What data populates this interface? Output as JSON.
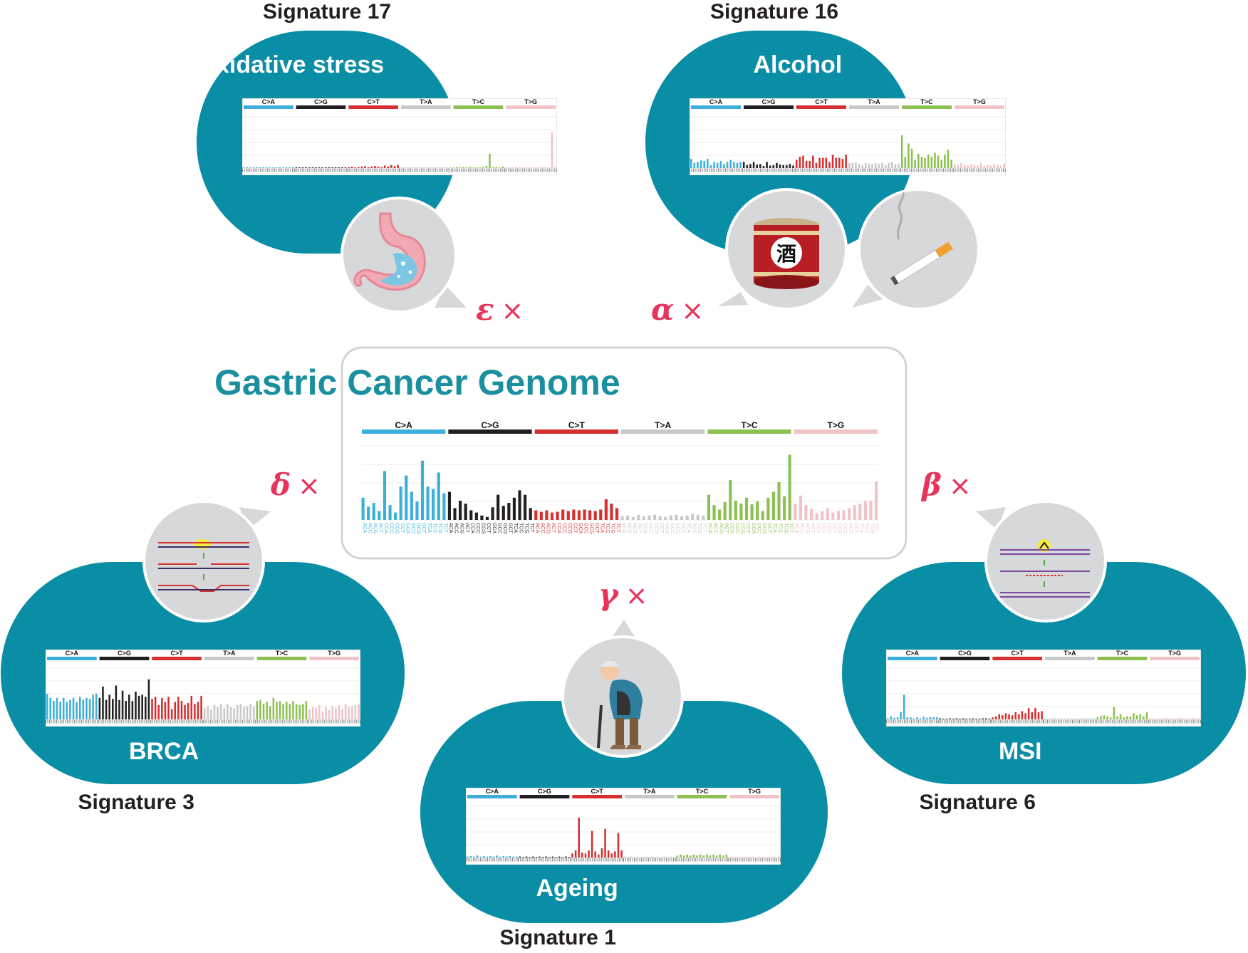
{
  "colors": {
    "blob": "#0a8ea6",
    "bubble": "#d7d8d9",
    "coef": "#e8345a",
    "title": "#1a8fa0",
    "ca": "#3bafd9",
    "cg": "#231f20",
    "ct": "#d62f2f",
    "ta": "#c7c8ca",
    "tc": "#8cc152",
    "tg": "#f0c3c6"
  },
  "mutation_types": [
    "C>A",
    "C>G",
    "C>T",
    "T>A",
    "T>C",
    "T>G"
  ],
  "center": {
    "title": "Gastric Cancer Genome",
    "tick_labels": [
      "ACA",
      "ACC",
      "ACG",
      "ACT",
      "CCA",
      "CCC",
      "CCG",
      "CCT",
      "GCA",
      "GCC",
      "GCG",
      "GCT",
      "TCA",
      "TCC",
      "TCG",
      "TCT"
    ]
  },
  "signatures": {
    "sig17": {
      "label": "Signature 17",
      "title": "Acid / Oxidative stress",
      "coef_symbol": "ε",
      "coef_op": "×",
      "icon": "stomach-icon"
    },
    "sig16": {
      "label": "Signature 16",
      "title": "Alcohol",
      "coef_symbol": "α",
      "coef_op": "×",
      "icons": [
        "sake-barrel-icon",
        "cigarette-icon"
      ],
      "barrel_text": "酒"
    },
    "sig3": {
      "label": "Signature 3",
      "title": "BRCA",
      "coef_symbol": "δ",
      "coef_op": "×",
      "icon": "dna-double-strand-repair-icon"
    },
    "sig6": {
      "label": "Signature 6",
      "title": "MSI",
      "coef_symbol": "β",
      "coef_op": "×",
      "icon": "dna-mismatch-repair-icon"
    },
    "sig1": {
      "label": "Signature 1",
      "title": "Ageing",
      "coef_symbol": "γ",
      "coef_op": "×",
      "icon": "elderly-person-icon"
    }
  },
  "chart_data": [
    {
      "type": "bar",
      "name_ref": "center",
      "categories": [
        "C>A",
        "C>G",
        "C>T",
        "T>A",
        "T>C",
        "T>G"
      ],
      "bars_per_category": 16,
      "values": {
        "C>A": [
          0.3,
          0.18,
          0.23,
          0.12,
          0.66,
          0.2,
          0.1,
          0.45,
          0.6,
          0.38,
          0.25,
          0.8,
          0.45,
          0.42,
          0.64,
          0.36
        ],
        "C>G": [
          0.38,
          0.16,
          0.26,
          0.22,
          0.13,
          0.1,
          0.06,
          0.04,
          0.17,
          0.34,
          0.19,
          0.23,
          0.3,
          0.4,
          0.34,
          0.16
        ],
        "C>T": [
          0.13,
          0.11,
          0.13,
          0.1,
          0.11,
          0.14,
          0.12,
          0.14,
          0.13,
          0.14,
          0.13,
          0.12,
          0.14,
          0.28,
          0.22,
          0.16
        ],
        "T>A": [
          0.05,
          0.06,
          0.04,
          0.07,
          0.05,
          0.06,
          0.07,
          0.05,
          0.04,
          0.06,
          0.07,
          0.05,
          0.06,
          0.08,
          0.07,
          0.06
        ],
        "T>C": [
          0.34,
          0.2,
          0.14,
          0.24,
          0.54,
          0.26,
          0.22,
          0.3,
          0.21,
          0.25,
          0.12,
          0.3,
          0.38,
          0.51,
          0.32,
          0.88
        ],
        "T>G": [
          0.22,
          0.33,
          0.2,
          0.15,
          0.09,
          0.12,
          0.16,
          0.1,
          0.12,
          0.13,
          0.16,
          0.2,
          0.22,
          0.26,
          0.26,
          0.52
        ]
      }
    },
    {
      "type": "bar",
      "name_ref": "sig17",
      "categories": [
        "C>A",
        "C>G",
        "C>T",
        "T>A",
        "T>C",
        "T>G"
      ],
      "bars_per_category": 16,
      "values": {
        "C>A": [
          0.01,
          0.01,
          0.0,
          0.01,
          0.01,
          0.01,
          0.0,
          0.01,
          0.01,
          0.0,
          0.01,
          0.01,
          0.01,
          0.01,
          0.0,
          0.01
        ],
        "C>G": [
          0.01,
          0.0,
          0.01,
          0.01,
          0.0,
          0.01,
          0.0,
          0.0,
          0.01,
          0.0,
          0.01,
          0.01,
          0.0,
          0.01,
          0.01,
          0.0
        ],
        "C>T": [
          0.02,
          0.03,
          0.01,
          0.02,
          0.03,
          0.04,
          0.02,
          0.03,
          0.04,
          0.03,
          0.02,
          0.05,
          0.03,
          0.06,
          0.04,
          0.06
        ],
        "T>A": [
          0.01,
          0.01,
          0.0,
          0.01,
          0.01,
          0.01,
          0.0,
          0.01,
          0.01,
          0.01,
          0.0,
          0.02,
          0.01,
          0.01,
          0.01,
          0.01
        ],
        "T>C": [
          0.01,
          0.02,
          0.01,
          0.02,
          0.01,
          0.02,
          0.01,
          0.01,
          0.01,
          0.02,
          0.04,
          0.28,
          0.02,
          0.02,
          0.01,
          0.03
        ],
        "T>G": [
          0.01,
          0.01,
          0.01,
          0.02,
          0.01,
          0.02,
          0.01,
          0.01,
          0.01,
          0.01,
          0.01,
          0.02,
          0.02,
          0.01,
          0.7,
          0.02
        ]
      }
    },
    {
      "type": "bar",
      "name_ref": "sig16",
      "categories": [
        "C>A",
        "C>G",
        "C>T",
        "T>A",
        "T>C",
        "T>G"
      ],
      "bars_per_category": 16,
      "values": {
        "C>A": [
          0.18,
          0.1,
          0.12,
          0.15,
          0.14,
          0.18,
          0.06,
          0.12,
          0.1,
          0.14,
          0.08,
          0.12,
          0.16,
          0.12,
          0.1,
          0.12
        ],
        "C>G": [
          0.12,
          0.06,
          0.08,
          0.12,
          0.07,
          0.08,
          0.04,
          0.12,
          0.05,
          0.06,
          0.1,
          0.07,
          0.06,
          0.06,
          0.08,
          0.05
        ],
        "C>T": [
          0.16,
          0.22,
          0.24,
          0.14,
          0.14,
          0.24,
          0.1,
          0.2,
          0.2,
          0.2,
          0.12,
          0.26,
          0.2,
          0.2,
          0.18,
          0.26
        ],
        "T>A": [
          0.1,
          0.1,
          0.12,
          0.08,
          0.06,
          0.1,
          0.08,
          0.08,
          0.1,
          0.08,
          0.1,
          0.06,
          0.1,
          0.12,
          0.08,
          0.08
        ],
        "T>C": [
          0.64,
          0.22,
          0.48,
          0.38,
          0.16,
          0.28,
          0.22,
          0.2,
          0.26,
          0.22,
          0.3,
          0.24,
          0.16,
          0.26,
          0.36,
          0.16
        ],
        "T>G": [
          0.08,
          0.06,
          0.1,
          0.06,
          0.05,
          0.08,
          0.06,
          0.05,
          0.1,
          0.04,
          0.06,
          0.05,
          0.08,
          0.06,
          0.05,
          0.08
        ]
      }
    },
    {
      "type": "bar",
      "name_ref": "sig3",
      "categories": [
        "C>A",
        "C>G",
        "C>T",
        "T>A",
        "T>C",
        "T>G"
      ],
      "bars_per_category": 16,
      "values": {
        "C>A": [
          0.5,
          0.42,
          0.36,
          0.42,
          0.34,
          0.42,
          0.34,
          0.38,
          0.42,
          0.34,
          0.44,
          0.38,
          0.42,
          0.4,
          0.48,
          0.5
        ],
        "C>G": [
          0.42,
          0.64,
          0.38,
          0.48,
          0.4,
          0.66,
          0.38,
          0.56,
          0.36,
          0.48,
          0.36,
          0.54,
          0.46,
          0.48,
          0.44,
          0.78
        ],
        "C>T": [
          0.4,
          0.44,
          0.28,
          0.42,
          0.34,
          0.44,
          0.2,
          0.34,
          0.44,
          0.36,
          0.28,
          0.32,
          0.46,
          0.3,
          0.34,
          0.46
        ],
        "T>A": [
          0.22,
          0.26,
          0.2,
          0.28,
          0.24,
          0.3,
          0.22,
          0.3,
          0.24,
          0.22,
          0.28,
          0.3,
          0.24,
          0.26,
          0.3,
          0.26
        ],
        "T>C": [
          0.36,
          0.38,
          0.3,
          0.34,
          0.26,
          0.42,
          0.34,
          0.36,
          0.3,
          0.34,
          0.3,
          0.36,
          0.3,
          0.28,
          0.3,
          0.36
        ],
        "T>G": [
          0.2,
          0.24,
          0.22,
          0.28,
          0.16,
          0.24,
          0.18,
          0.26,
          0.22,
          0.28,
          0.2,
          0.3,
          0.24,
          0.26,
          0.28,
          0.3
        ]
      }
    },
    {
      "type": "bar",
      "name_ref": "sig6",
      "categories": [
        "C>A",
        "C>G",
        "C>T",
        "T>A",
        "T>C",
        "T>G"
      ],
      "bars_per_category": 16,
      "values": {
        "C>A": [
          0.02,
          0.06,
          0.03,
          0.04,
          0.14,
          0.48,
          0.04,
          0.04,
          0.02,
          0.04,
          0.02,
          0.05,
          0.03,
          0.04,
          0.04,
          0.04
        ],
        "C>G": [
          0.02,
          0.01,
          0.01,
          0.02,
          0.01,
          0.02,
          0.01,
          0.02,
          0.01,
          0.01,
          0.02,
          0.01,
          0.01,
          0.02,
          0.02,
          0.01
        ],
        "C>T": [
          0.04,
          0.06,
          0.1,
          0.08,
          0.12,
          0.1,
          0.08,
          0.14,
          0.1,
          0.16,
          0.12,
          0.22,
          0.14,
          0.22,
          0.14,
          0.16
        ],
        "T>A": [
          0.02,
          0.01,
          0.02,
          0.02,
          0.02,
          0.02,
          0.01,
          0.02,
          0.02,
          0.02,
          0.01,
          0.02,
          0.02,
          0.02,
          0.02,
          0.02
        ],
        "T>C": [
          0.04,
          0.06,
          0.08,
          0.06,
          0.04,
          0.24,
          0.06,
          0.1,
          0.04,
          0.06,
          0.06,
          0.12,
          0.08,
          0.1,
          0.06,
          0.14
        ],
        "T>G": [
          0.02,
          0.02,
          0.01,
          0.02,
          0.02,
          0.03,
          0.01,
          0.02,
          0.02,
          0.03,
          0.02,
          0.02,
          0.01,
          0.03,
          0.02,
          0.02
        ]
      }
    },
    {
      "type": "bar",
      "name_ref": "sig1",
      "categories": [
        "C>A",
        "C>G",
        "C>T",
        "T>A",
        "T>C",
        "T>G"
      ],
      "bars_per_category": 16,
      "values": {
        "C>A": [
          0.02,
          0.03,
          0.02,
          0.04,
          0.02,
          0.03,
          0.02,
          0.03,
          0.02,
          0.04,
          0.02,
          0.03,
          0.02,
          0.03,
          0.02,
          0.02
        ],
        "C>G": [
          0.02,
          0.01,
          0.02,
          0.01,
          0.02,
          0.01,
          0.02,
          0.01,
          0.02,
          0.01,
          0.02,
          0.01,
          0.02,
          0.01,
          0.02,
          0.01
        ],
        "C>T": [
          0.08,
          0.14,
          0.78,
          0.1,
          0.08,
          0.14,
          0.52,
          0.12,
          0.06,
          0.18,
          0.56,
          0.14,
          0.08,
          0.12,
          0.48,
          0.14
        ],
        "T>A": [
          0.02,
          0.01,
          0.02,
          0.01,
          0.02,
          0.01,
          0.02,
          0.01,
          0.02,
          0.01,
          0.02,
          0.01,
          0.02,
          0.01,
          0.02,
          0.01
        ],
        "T>C": [
          0.04,
          0.06,
          0.04,
          0.06,
          0.04,
          0.06,
          0.04,
          0.06,
          0.04,
          0.06,
          0.04,
          0.06,
          0.04,
          0.06,
          0.04,
          0.06
        ],
        "T>G": [
          0.01,
          0.02,
          0.01,
          0.02,
          0.01,
          0.02,
          0.01,
          0.02,
          0.01,
          0.02,
          0.01,
          0.02,
          0.01,
          0.02,
          0.01,
          0.02
        ]
      }
    }
  ]
}
